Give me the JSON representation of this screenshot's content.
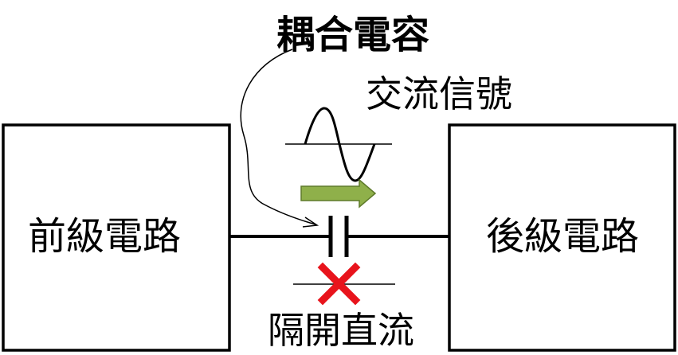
{
  "left_block": {
    "label": "前級電路"
  },
  "right_block": {
    "label": "後級電路"
  },
  "coupling_capacitor": {
    "label": "耦合電容"
  },
  "ac_signal": {
    "label": "交流信號"
  },
  "dc_block": {
    "label": "隔開直流"
  },
  "colors": {
    "stroke": "#000000",
    "arrow_fill": "#8fb04a",
    "arrow_stroke": "#5e7a2a",
    "cross": "#e8141c"
  },
  "icons": {
    "ac_wave": "sine-wave-icon",
    "signal_arrow": "right-arrow-icon",
    "blocked": "red-cross-icon"
  }
}
